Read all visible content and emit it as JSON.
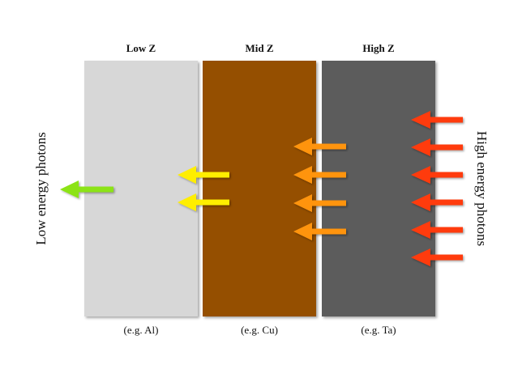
{
  "diagram": {
    "slabs": [
      {
        "title": "Low Z",
        "example": "(e.g. Al)",
        "color": "#d7d7d7"
      },
      {
        "title": "Mid Z",
        "example": "(e.g. Cu)",
        "color": "#954f00"
      },
      {
        "title": "High Z",
        "example": "(e.g. Ta)",
        "color": "#5c5c5c"
      }
    ],
    "left_label": "Low energy photons",
    "right_label": "High energy photons",
    "arrow_colors": {
      "high": "#ff3a0c",
      "mid": "#ff9410",
      "low": "#ffee00",
      "lowest": "#8ce312"
    }
  }
}
